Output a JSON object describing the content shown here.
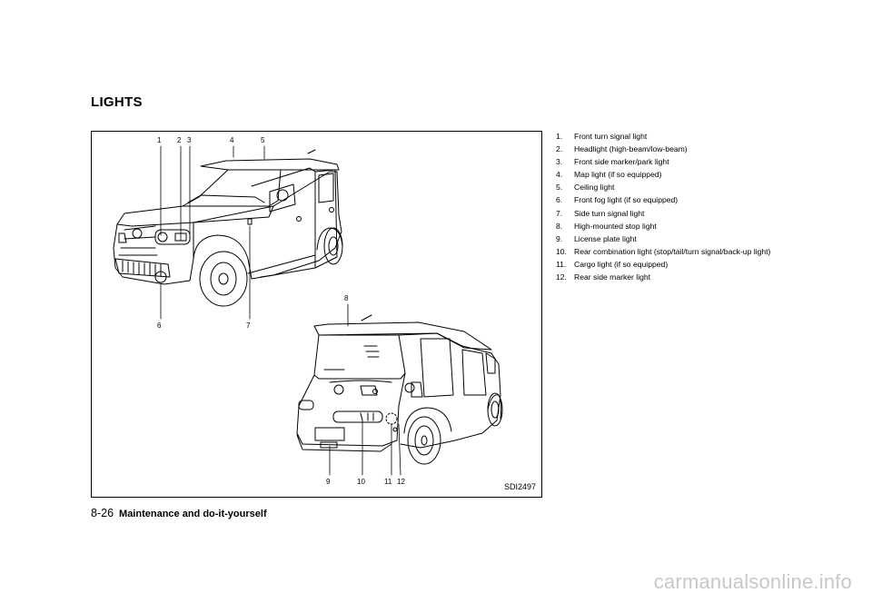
{
  "section": {
    "title": "LIGHTS"
  },
  "figure": {
    "code": "SDI2497",
    "callouts": {
      "c1": "1",
      "c2": "2",
      "c3": "3",
      "c4": "4",
      "c5": "5",
      "c6": "6",
      "c7": "7",
      "c8": "8",
      "c9": "9",
      "c10": "10",
      "c11": "11",
      "c12": "12"
    }
  },
  "legend": [
    {
      "num": "1.",
      "text": "Front turn signal light"
    },
    {
      "num": "2.",
      "text": "Headlight (high-beam/low-beam)"
    },
    {
      "num": "3.",
      "text": "Front side marker/park light"
    },
    {
      "num": "4.",
      "text": "Map light (if so equipped)"
    },
    {
      "num": "5.",
      "text": "Ceiling light"
    },
    {
      "num": "6.",
      "text": "Front fog light (if so equipped)"
    },
    {
      "num": "7.",
      "text": "Side turn signal light"
    },
    {
      "num": "8.",
      "text": "High-mounted stop light"
    },
    {
      "num": "9.",
      "text": "License plate light"
    },
    {
      "num": "10.",
      "text": "Rear combination light (stop/tail/turn signal/back-up light)"
    },
    {
      "num": "11.",
      "text": "Cargo light (if so equipped)"
    },
    {
      "num": "12.",
      "text": "Rear side marker light"
    }
  ],
  "footer": {
    "page": "8-26",
    "title": "Maintenance and do-it-yourself"
  },
  "watermark": "carmanualsonline.info"
}
